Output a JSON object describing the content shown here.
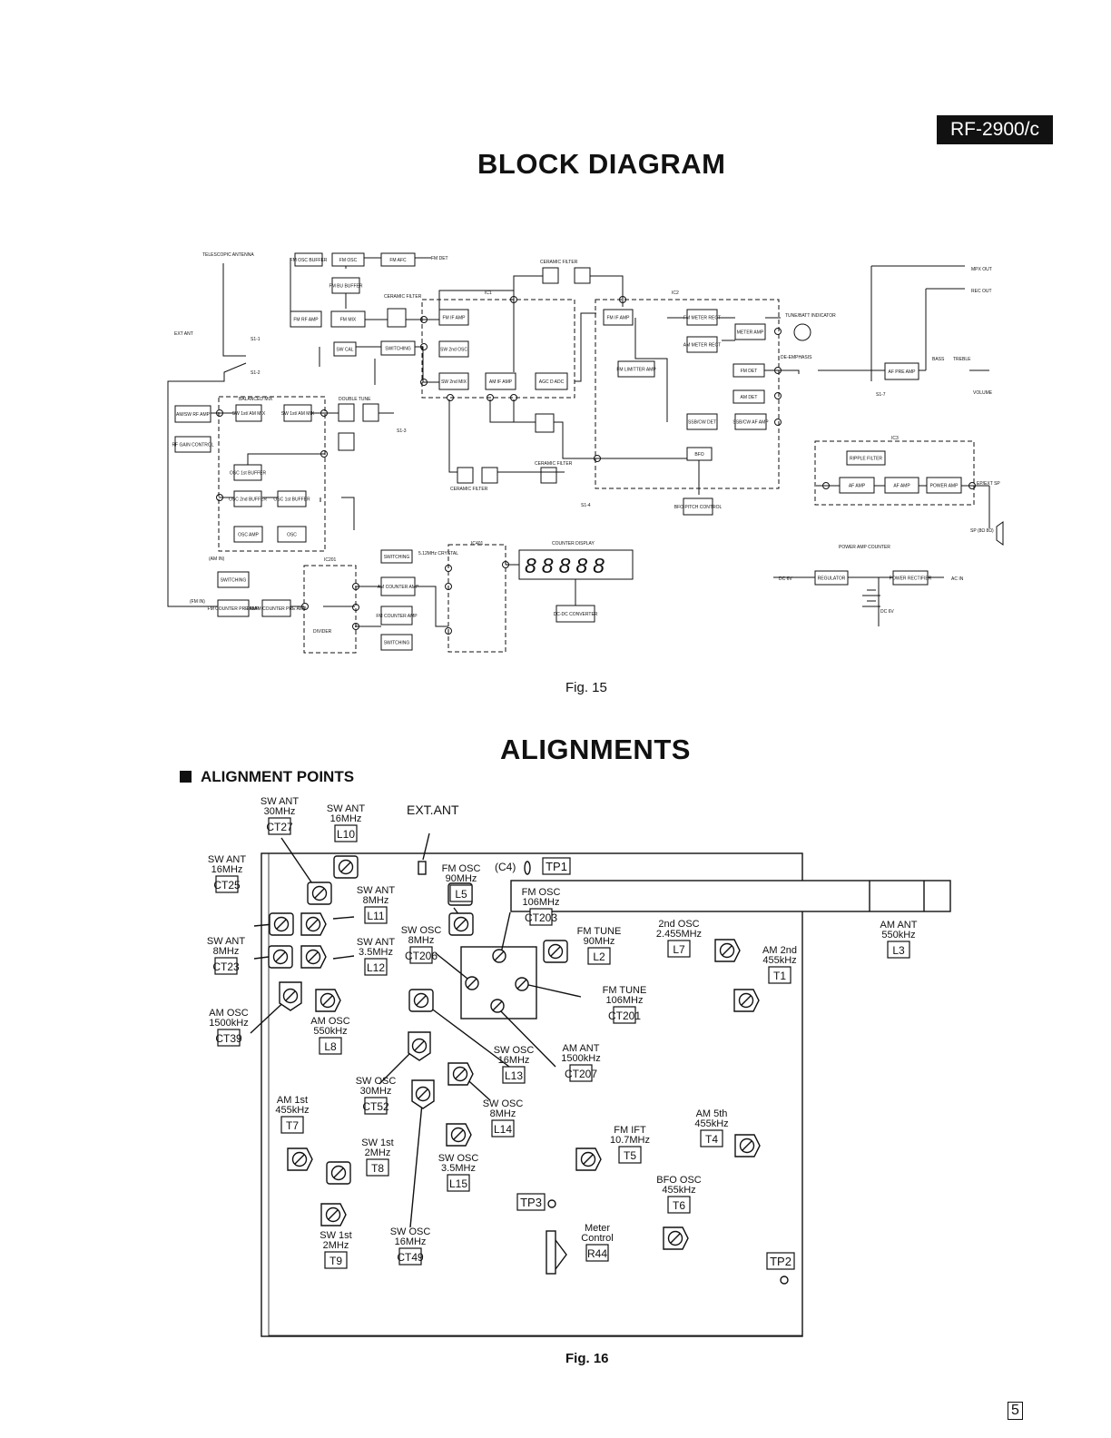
{
  "page": {
    "model": "RF-2900/c",
    "page_number": "5"
  },
  "block_diagram": {
    "title": "BLOCK DIAGRAM",
    "caption": "Fig. 15",
    "blocks": [
      {
        "id": "b1",
        "label": "FM OSC BUFFER"
      },
      {
        "id": "b2",
        "label": "FM OSC"
      },
      {
        "id": "b3",
        "label": "FM AFC"
      },
      {
        "id": "b4",
        "label": "FM BU BUFFER"
      },
      {
        "id": "b5",
        "label": "FM RF AMP"
      },
      {
        "id": "b6",
        "label": "FM MIX"
      },
      {
        "id": "b7",
        "label": "FM IF AMP"
      },
      {
        "id": "b8",
        "label": "SW CAL"
      },
      {
        "id": "b9",
        "label": "SWITCHING"
      },
      {
        "id": "b10",
        "label": "SW 2nd OSC"
      },
      {
        "id": "b11",
        "label": "SW 2nd MIX"
      },
      {
        "id": "b12",
        "label": "AM IF AMP"
      },
      {
        "id": "b13",
        "label": "AGC D ADC"
      },
      {
        "id": "b14",
        "label": "AM/SW RF AMP"
      },
      {
        "id": "b15",
        "label": "RF GAIN CONTROL"
      },
      {
        "id": "b16",
        "label": "SW 1st/ AM MIX"
      },
      {
        "id": "b17",
        "label": "SW 1st/ AM MIX"
      },
      {
        "id": "b18",
        "label": "OSC 1st BUFFER"
      },
      {
        "id": "b19",
        "label": "OSC 2nd BUFFER"
      },
      {
        "id": "b20",
        "label": "OSC 1st BUFFER"
      },
      {
        "id": "b21",
        "label": "OSC AMP"
      },
      {
        "id": "b22",
        "label": "OSC"
      },
      {
        "id": "b23",
        "label": "FM IF AMP"
      },
      {
        "id": "b24",
        "label": "FM LIMITTER AMP"
      },
      {
        "id": "b25",
        "label": "FM METER RECT"
      },
      {
        "id": "b26",
        "label": "AM METER RECT"
      },
      {
        "id": "b27",
        "label": "METER AMP"
      },
      {
        "id": "b28",
        "label": "FM DET"
      },
      {
        "id": "b29",
        "label": "AM DET"
      },
      {
        "id": "b30",
        "label": "SSB/CW DET"
      },
      {
        "id": "b31",
        "label": "SSB/CW AF AMP"
      },
      {
        "id": "b32",
        "label": "BFO"
      },
      {
        "id": "b33",
        "label": "BFO PITCH CONTROL"
      },
      {
        "id": "b34",
        "label": "AF PRE AMP"
      },
      {
        "id": "b35",
        "label": "RIPPLE FILTER"
      },
      {
        "id": "b36",
        "label": "AF AMP"
      },
      {
        "id": "b37",
        "label": "AF AMP"
      },
      {
        "id": "b38",
        "label": "POWER AMP"
      },
      {
        "id": "b39",
        "label": "SWITCHING"
      },
      {
        "id": "b40",
        "label": "FM COUNTER PRE AMP"
      },
      {
        "id": "b41",
        "label": "FM/AM COUNTER PRE AMP"
      },
      {
        "id": "b42",
        "label": "SWITCHING"
      },
      {
        "id": "b43",
        "label": "AM COUNTER AMP"
      },
      {
        "id": "b44",
        "label": "FM COUNTER AMP"
      },
      {
        "id": "b45",
        "label": "SWITCHING"
      },
      {
        "id": "b46",
        "label": "DC-DC CONVERTER"
      },
      {
        "id": "b47",
        "label": "REGULATOR"
      },
      {
        "id": "b48",
        "label": "POWER RECTIFIER"
      }
    ],
    "texts": [
      {
        "id": "t1",
        "text": "TELESCOPIC ANTENNA"
      },
      {
        "id": "t2",
        "text": "FM DET"
      },
      {
        "id": "t3",
        "text": "CERAMIC FILTER"
      },
      {
        "id": "t4",
        "text": "CERAMIC FILTER"
      },
      {
        "id": "t5",
        "text": "IC1"
      },
      {
        "id": "t6",
        "text": "IC2"
      },
      {
        "id": "t7",
        "text": "EXT ANT"
      },
      {
        "id": "t8",
        "text": "S1-1"
      },
      {
        "id": "t9",
        "text": "S1-2"
      },
      {
        "id": "t10",
        "text": "BALANCED MIX"
      },
      {
        "id": "t11",
        "text": "DOUBLE TUNE"
      },
      {
        "id": "t12",
        "text": "S1-3"
      },
      {
        "id": "t13",
        "text": "CERAMIC FILTER"
      },
      {
        "id": "t14",
        "text": "CERAMIC FILTER"
      },
      {
        "id": "t15",
        "text": "S1-4"
      },
      {
        "id": "t16",
        "text": "TUNE/BATT INDICATOR"
      },
      {
        "id": "t17",
        "text": "DE-EMPHASIS"
      },
      {
        "id": "t18",
        "text": "BASS"
      },
      {
        "id": "t19",
        "text": "TREBLE"
      },
      {
        "id": "t20",
        "text": "VOLUME"
      },
      {
        "id": "t21",
        "text": "MPX OUT"
      },
      {
        "id": "t22",
        "text": "REC OUT"
      },
      {
        "id": "t23",
        "text": "S1-7"
      },
      {
        "id": "t24",
        "text": "IC3"
      },
      {
        "id": "t25",
        "text": "EP/EXT SP"
      },
      {
        "id": "t26",
        "text": "SP (8Ω 8Ω)"
      },
      {
        "id": "t27",
        "text": "(AM IN)"
      },
      {
        "id": "t28",
        "text": "(FM IN)"
      },
      {
        "id": "t29",
        "text": "IC201"
      },
      {
        "id": "t30",
        "text": "DIVIDER"
      },
      {
        "id": "t31",
        "text": "5.12MHz CRYSTAL"
      },
      {
        "id": "t32",
        "text": "IC401"
      },
      {
        "id": "t33",
        "text": "COUNTER DISPLAY"
      },
      {
        "id": "t34",
        "text": "POWER AMP COUNTER"
      },
      {
        "id": "t35",
        "text": "DC 6V"
      },
      {
        "id": "t36",
        "text": "DC 6V"
      },
      {
        "id": "t37",
        "text": "AC IN"
      }
    ],
    "display_digits": "88888"
  },
  "alignments": {
    "title": "ALIGNMENTS",
    "subtitle": "ALIGNMENT POINTS",
    "caption": "Fig. 16",
    "board_text": {
      "ext_ant": "EXT.ANT",
      "c4": "(C4)"
    },
    "points": [
      {
        "id": "p1",
        "l1": "SW ANT",
        "l2": "30MHz",
        "ref": "CT27"
      },
      {
        "id": "p2",
        "l1": "SW ANT",
        "l2": "16MHz",
        "ref": "L10"
      },
      {
        "id": "p3",
        "l1": "SW ANT",
        "l2": "16MHz",
        "ref": "CT25"
      },
      {
        "id": "p4",
        "l1": "SW ANT",
        "l2": "8MHz",
        "ref": "L11"
      },
      {
        "id": "p5",
        "l1": "SW ANT",
        "l2": "8MHz",
        "ref": "CT23"
      },
      {
        "id": "p6",
        "l1": "SW ANT",
        "l2": "3.5MHz",
        "ref": "L12"
      },
      {
        "id": "p7",
        "l1": "AM OSC",
        "l2": "1500kHz",
        "ref": "CT39"
      },
      {
        "id": "p8",
        "l1": "AM OSC",
        "l2": "550kHz",
        "ref": "L8"
      },
      {
        "id": "p9",
        "l1": "FM OSC",
        "l2": "90MHz",
        "ref": "L5"
      },
      {
        "id": "p10",
        "l1": "FM OSC",
        "l2": "106MHz",
        "ref": "CT203"
      },
      {
        "id": "p11",
        "l1": "SW OSC",
        "l2": "8MHz",
        "ref": "CT206"
      },
      {
        "id": "p12",
        "l1": "FM TUNE",
        "l2": "90MHz",
        "ref": "L2"
      },
      {
        "id": "p13",
        "l1": "2nd OSC",
        "l2": "2.455MHz",
        "ref": "L7"
      },
      {
        "id": "p14",
        "l1": "AM 2nd",
        "l2": "455kHz",
        "ref": "T1"
      },
      {
        "id": "p15",
        "l1": "AM ANT",
        "l2": "550kHz",
        "ref": "L3"
      },
      {
        "id": "p16",
        "l1": "FM TUNE",
        "l2": "106MHz",
        "ref": "CT201"
      },
      {
        "id": "p17",
        "l1": "AM ANT",
        "l2": "1500kHz",
        "ref": "CT207"
      },
      {
        "id": "p18",
        "l1": "SW OSC",
        "l2": "16MHz",
        "ref": "L13"
      },
      {
        "id": "p19",
        "l1": "SW OSC",
        "l2": "30MHz",
        "ref": "CT52"
      },
      {
        "id": "p20",
        "l1": "SW OSC",
        "l2": "8MHz",
        "ref": "L14"
      },
      {
        "id": "p21",
        "l1": "AM 1st",
        "l2": "455kHz",
        "ref": "T7"
      },
      {
        "id": "p22",
        "l1": "SW 1st",
        "l2": "2MHz",
        "ref": "T8"
      },
      {
        "id": "p23",
        "l1": "SW OSC",
        "l2": "3.5MHz",
        "ref": "L15"
      },
      {
        "id": "p24",
        "l1": "FM IFT",
        "l2": "10.7MHz",
        "ref": "T5"
      },
      {
        "id": "p25",
        "l1": "AM 5th",
        "l2": "455kHz",
        "ref": "T4"
      },
      {
        "id": "p26",
        "l1": "BFO OSC",
        "l2": "455kHz",
        "ref": "T6"
      },
      {
        "id": "p27",
        "l1": "Meter",
        "l2": "Control",
        "ref": "R44"
      },
      {
        "id": "p28",
        "l1": "SW 1st",
        "l2": "2MHz",
        "ref": "T9"
      },
      {
        "id": "p29",
        "l1": "SW OSC",
        "l2": "16MHz",
        "ref": "CT49"
      }
    ],
    "test_points": [
      {
        "id": "tp1",
        "ref": "TP1"
      },
      {
        "id": "tp2",
        "ref": "TP2"
      },
      {
        "id": "tp3",
        "ref": "TP3"
      }
    ]
  }
}
